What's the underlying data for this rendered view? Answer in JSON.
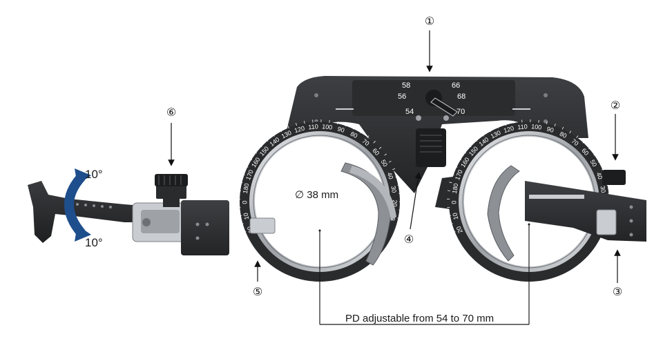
{
  "callouts": [
    {
      "id": 1,
      "label": "①"
    },
    {
      "id": 2,
      "label": "②"
    },
    {
      "id": 3,
      "label": "③"
    },
    {
      "id": 4,
      "label": "④"
    },
    {
      "id": 5,
      "label": "⑤"
    },
    {
      "id": 6,
      "label": "⑥"
    }
  ],
  "labels": {
    "diameter": "∅ 38 mm",
    "pd_range": "PD adjustable from 54 to 70 mm",
    "tilt_up": "10°",
    "tilt_down": "10°"
  },
  "pd_dial": {
    "marks": [
      "54",
      "56",
      "58",
      "66",
      "68",
      "70"
    ]
  },
  "axis_scale": {
    "left_marks": [
      "20",
      "10",
      "0",
      "180",
      "170",
      "160",
      "150",
      "140",
      "130",
      "120",
      "110",
      "100",
      "90",
      "80",
      "70",
      "60",
      "50",
      "40",
      "30",
      "20",
      "10"
    ],
    "right_marks": [
      "20",
      "10",
      "0",
      "180",
      "170",
      "160",
      "150",
      "140",
      "130",
      "120",
      "110",
      "100",
      "90",
      "80",
      "70",
      "60",
      "50",
      "40",
      "30",
      "20",
      "10"
    ]
  },
  "colors": {
    "frame": "#2e2f31",
    "frame_edge": "#4a4c4f",
    "metal": "#b9bcc0",
    "arrow_blue": "#1f4e8c",
    "line": "#111111"
  }
}
